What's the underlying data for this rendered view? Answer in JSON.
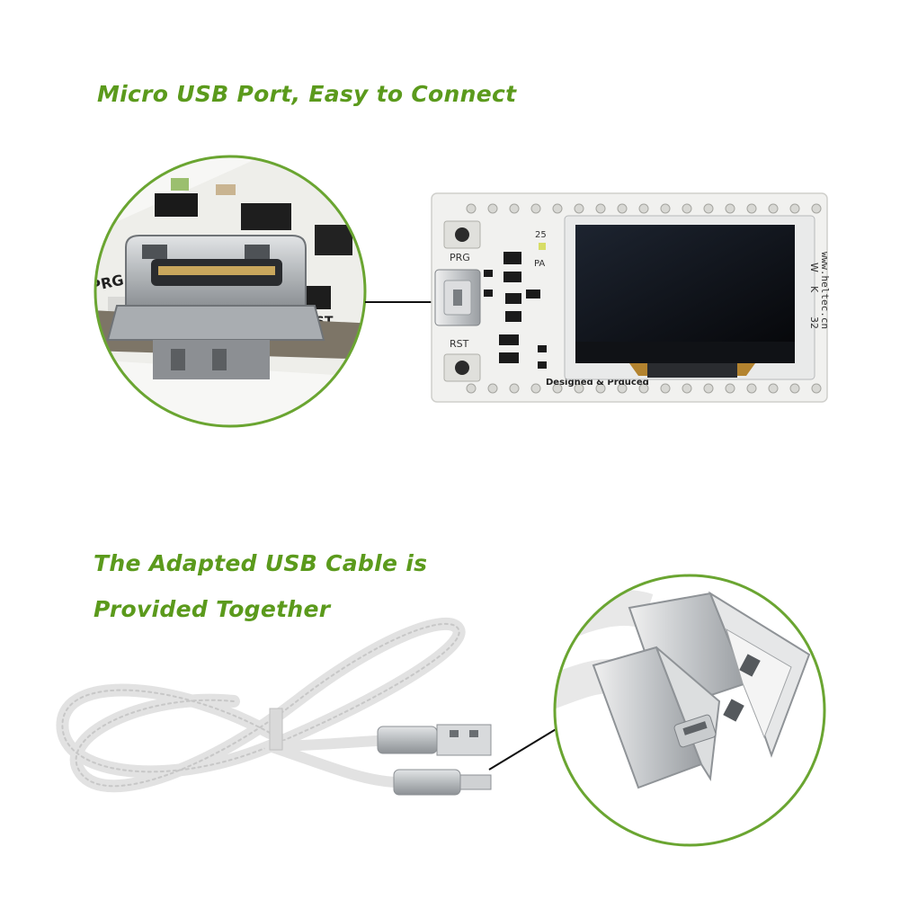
{
  "colors": {
    "caption": "#5b9a1c",
    "circle_border": "#6aa531",
    "pcb": "#f1f1ef",
    "oled": "#121418",
    "connector": "#b8bcc0",
    "cable": "#e4e4e4"
  },
  "captions": {
    "top": "Micro USB Port, Easy to Connect",
    "bottom_line1": "The Adapted USB Cable is",
    "bottom_line2": "Provided Together"
  },
  "board": {
    "prg_label": "PRG",
    "rst_label": "RST",
    "pin_25": "25",
    "pin_pa": "PA",
    "designed_text": "Designed & Prduced",
    "url_text": "www.heltec.cn",
    "model_w": "W",
    "model_k": "K",
    "model_32": "32"
  },
  "icons": {
    "usb_symbol": "usb-trident-icon"
  }
}
